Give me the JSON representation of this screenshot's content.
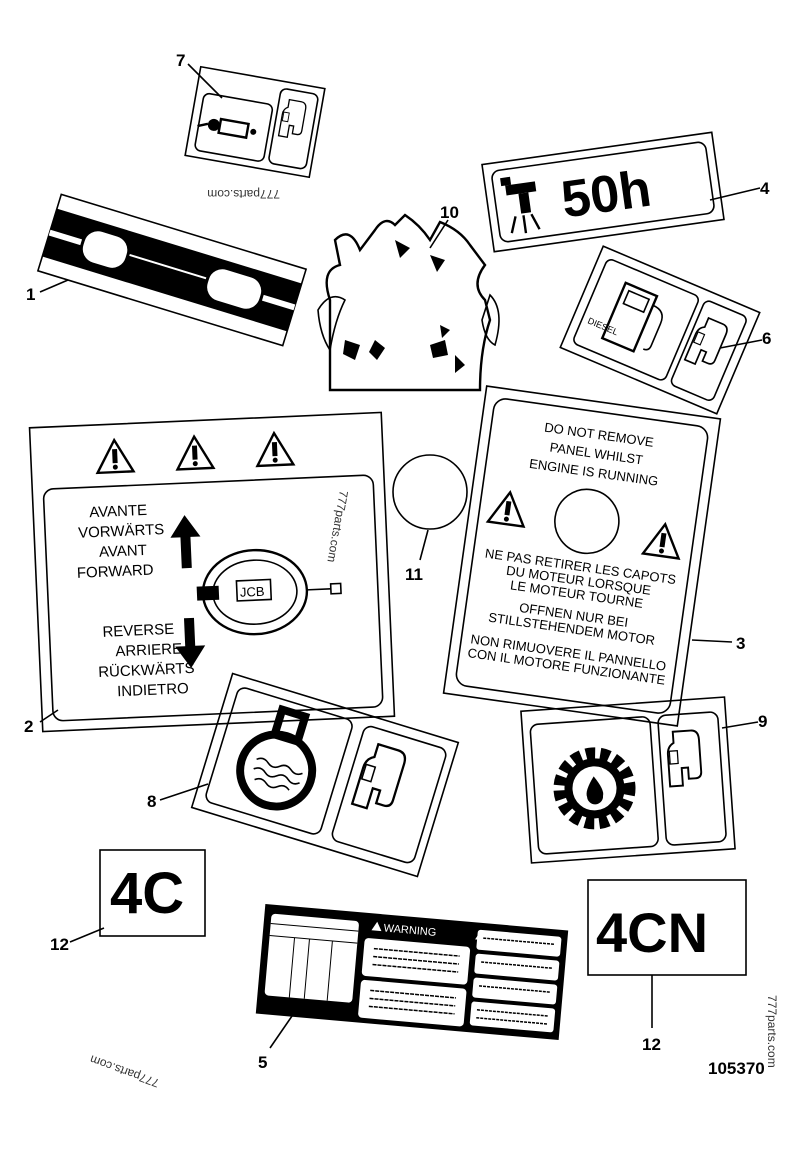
{
  "figure_number": "105370",
  "watermark": "777parts.com",
  "callouts": [
    "1",
    "2",
    "3",
    "4",
    "5",
    "6",
    "7",
    "8",
    "9",
    "10",
    "11",
    "12",
    "12"
  ],
  "decal_4": {
    "text": "50h"
  },
  "decal_2": {
    "forward_lines": [
      "AVANTE",
      "VORWÄRTS",
      "AVANT",
      "FORWARD"
    ],
    "reverse_lines": [
      "REVERSE",
      "ARRIERE",
      "RÜCKWÄRTS",
      "INDIETRO"
    ],
    "logo": "JCB"
  },
  "decal_3": {
    "english": [
      "DO NOT REMOVE",
      "PANEL WHILST",
      "ENGINE IS RUNNING"
    ],
    "french": [
      "NE PAS RETIRER LES CAPOTS",
      "DU MOTEUR LORSQUE",
      "LE MOTEUR TOURNE"
    ],
    "german": [
      "OFFNEN NUR BEI",
      "STILLSTEHENDEM MOTOR"
    ],
    "italian": [
      "NON RIMUOVERE IL PANNELLO",
      "CON IL MOTORE FUNZIONANTE"
    ]
  },
  "decal_6": {
    "text": "DIESEL"
  },
  "decal_5": {
    "heading": "WARNING"
  },
  "decal_12a": {
    "text": "4C"
  },
  "decal_12b": {
    "text": "4CN"
  }
}
